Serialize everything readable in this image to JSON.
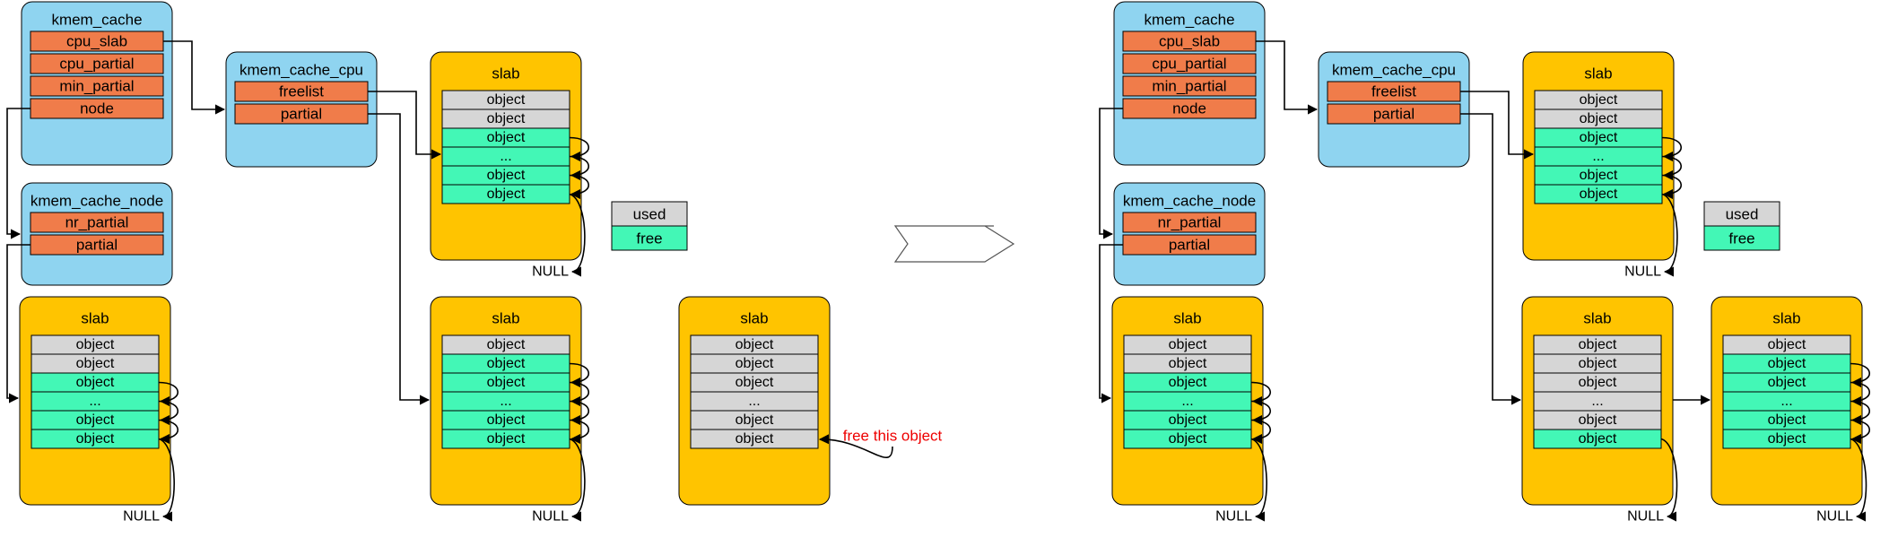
{
  "colors": {
    "struct_fill": "#8fd4f0",
    "field_fill": "#f07c4a",
    "slab_fill": "#ffc400",
    "used_fill": "#d6d6d6",
    "free_fill": "#43f7b6",
    "annotation": "#ee0000",
    "line": "#000000"
  },
  "labels": {
    "kmem_cache": "kmem_cache",
    "kmem_cache_cpu": "kmem_cache_cpu",
    "kmem_cache_node": "kmem_cache_node",
    "slab": "slab",
    "object": "object",
    "ellipsis": "...",
    "null": "NULL",
    "cpu_slab": "cpu_slab",
    "cpu_partial": "cpu_partial",
    "min_partial": "min_partial",
    "node": "node",
    "freelist": "freelist",
    "partial": "partial",
    "nr_partial": "nr_partial"
  },
  "legend": {
    "used": "used",
    "free": "free"
  },
  "annotation": {
    "text": "free this object"
  },
  "transition_arrow": "right-arrow-icon",
  "before": {
    "kmem_cache_fields": [
      "cpu_slab",
      "cpu_partial",
      "min_partial",
      "node"
    ],
    "kmem_cache_cpu_fields": [
      "freelist",
      "partial"
    ],
    "kmem_cache_node_fields": [
      "nr_partial",
      "partial"
    ],
    "cpu_slab_rows": [
      "used",
      "used",
      "free",
      "free",
      "free",
      "free"
    ],
    "node_slab_rows": [
      "used",
      "used",
      "free",
      "free",
      "free",
      "free"
    ],
    "cpu_partial_slab_rows": [
      "used",
      "free",
      "free",
      "free",
      "free",
      "free"
    ],
    "full_slab_rows": [
      "used",
      "used",
      "used",
      "used",
      "used",
      "used"
    ]
  },
  "after": {
    "kmem_cache_fields": [
      "cpu_slab",
      "cpu_partial",
      "min_partial",
      "node"
    ],
    "kmem_cache_cpu_fields": [
      "freelist",
      "partial"
    ],
    "kmem_cache_node_fields": [
      "nr_partial",
      "partial"
    ],
    "cpu_slab_rows": [
      "used",
      "used",
      "free",
      "free",
      "free",
      "free"
    ],
    "node_slab_rows": [
      "used",
      "used",
      "free",
      "free",
      "free",
      "free"
    ],
    "cpu_partial_slab_1_rows": [
      "used",
      "used",
      "used",
      "used",
      "used",
      "free"
    ],
    "cpu_partial_slab_2_rows": [
      "used",
      "free",
      "free",
      "free",
      "free",
      "free"
    ]
  }
}
